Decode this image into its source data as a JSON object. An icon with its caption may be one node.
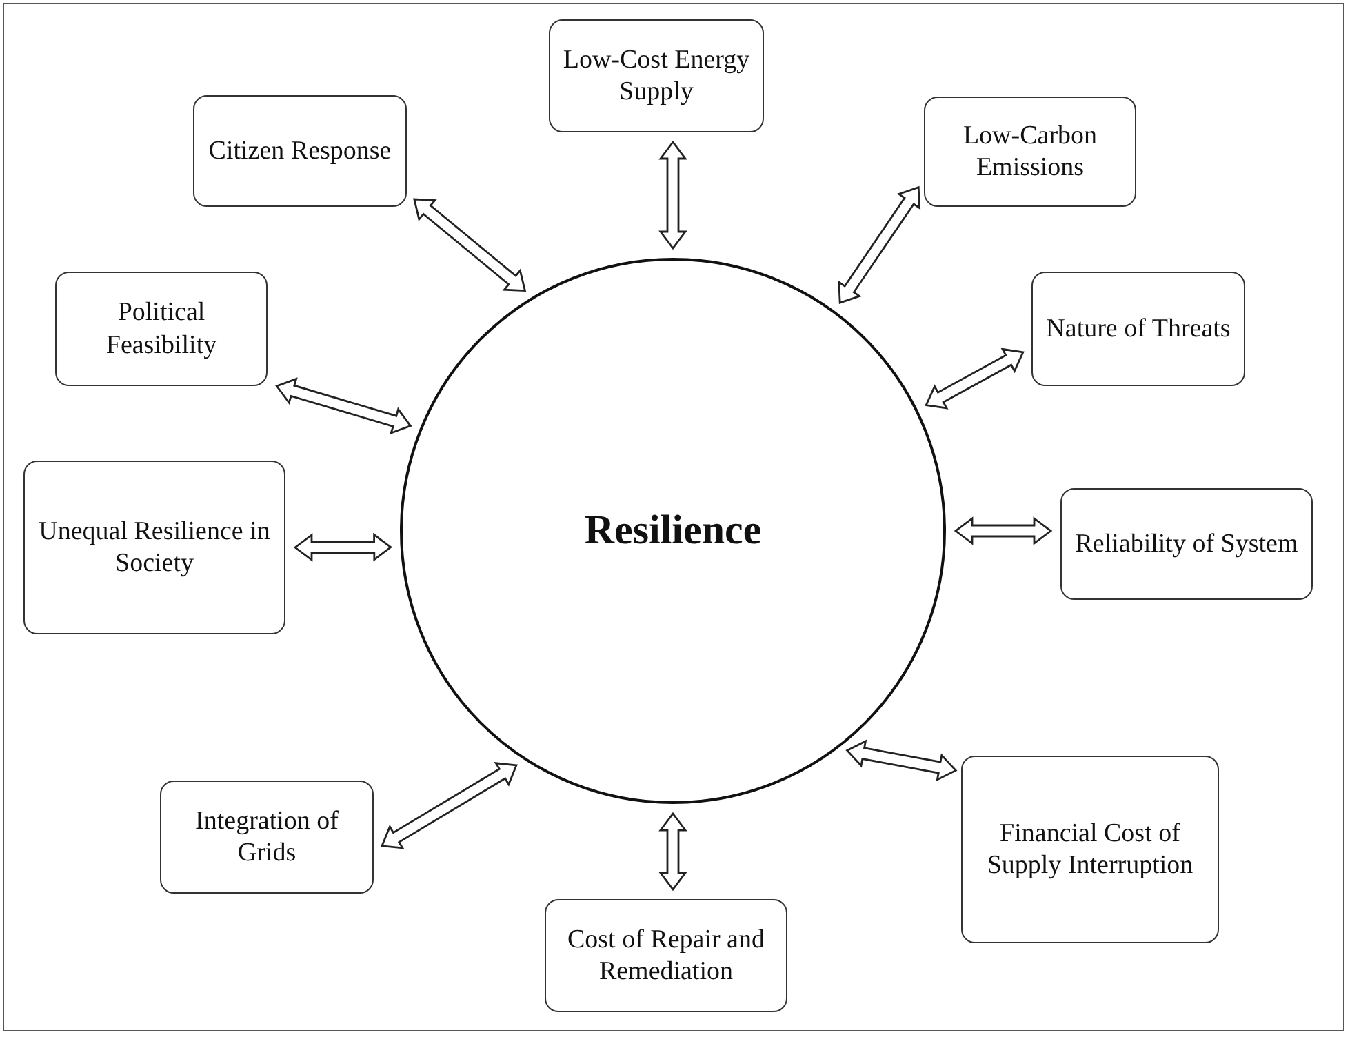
{
  "diagram": {
    "nodes": [
      {
        "text": [
          "Resilience"
        ]
      },
      {
        "text": [
          "Low-Cost Energy Supply"
        ]
      },
      {
        "text": [
          "Citizen Response"
        ]
      },
      {
        "text": [
          "Low-Carbon Emissions"
        ]
      },
      {
        "text": [
          "Political Feasibility"
        ]
      },
      {
        "text": [
          "Nature of Threats"
        ]
      },
      {
        "text": [
          "Unequal Resilience in Society"
        ]
      },
      {
        "text": [
          "Reliability of System"
        ]
      },
      {
        "text": [
          "Integration of Grids"
        ]
      },
      {
        "text": [
          "Financial Cost of Supply Interruption"
        ]
      },
      {
        "text": [
          "Cost of Repair and Remediation"
        ]
      }
    ],
    "edges": [
      {
        "from": 0,
        "to": 1,
        "arrow": "both"
      },
      {
        "from": 0,
        "to": 2,
        "arrow": "both"
      },
      {
        "from": 0,
        "to": 3,
        "arrow": "both"
      },
      {
        "from": 0,
        "to": 4,
        "arrow": "both"
      },
      {
        "from": 0,
        "to": 5,
        "arrow": "both"
      },
      {
        "from": 0,
        "to": 6,
        "arrow": "both"
      },
      {
        "from": 0,
        "to": 7,
        "arrow": "both"
      },
      {
        "from": 0,
        "to": 8,
        "arrow": "both"
      },
      {
        "from": 0,
        "to": 9,
        "arrow": "both"
      },
      {
        "from": 0,
        "to": 10,
        "arrow": "both"
      }
    ]
  }
}
